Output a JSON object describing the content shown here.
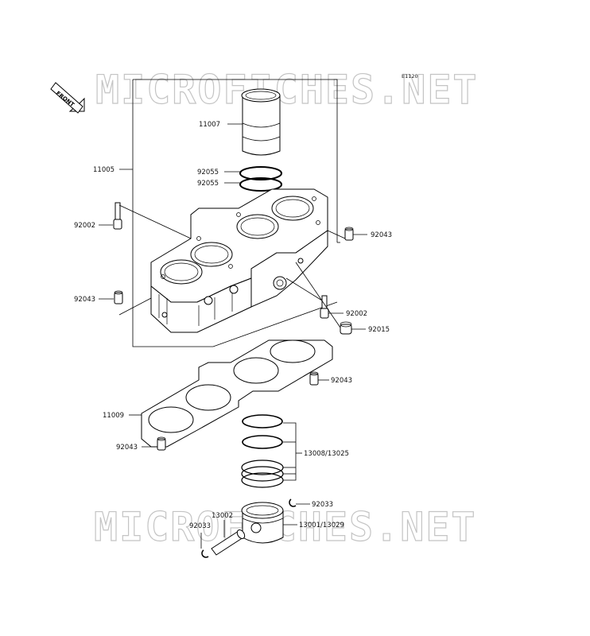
{
  "diagram": {
    "code": "E1120",
    "front_label": "FRONT",
    "watermark_top": "MICROFICHES.NET",
    "watermark_bottom": "MICROFICHES.NET",
    "callouts": {
      "p11007": "11007",
      "p11005": "11005",
      "p92055a": "92055",
      "p92055b": "92055",
      "p92002a": "92002",
      "p92043a": "92043",
      "p92043b": "92043",
      "p92002b": "92002",
      "p92015": "92015",
      "p92043c": "92043",
      "p11009": "11009",
      "p92043d": "92043",
      "p13008": "13008/13025",
      "p92033a": "92033",
      "p13002": "13002",
      "p92033b": "92033",
      "p13001": "13001/13029"
    }
  }
}
